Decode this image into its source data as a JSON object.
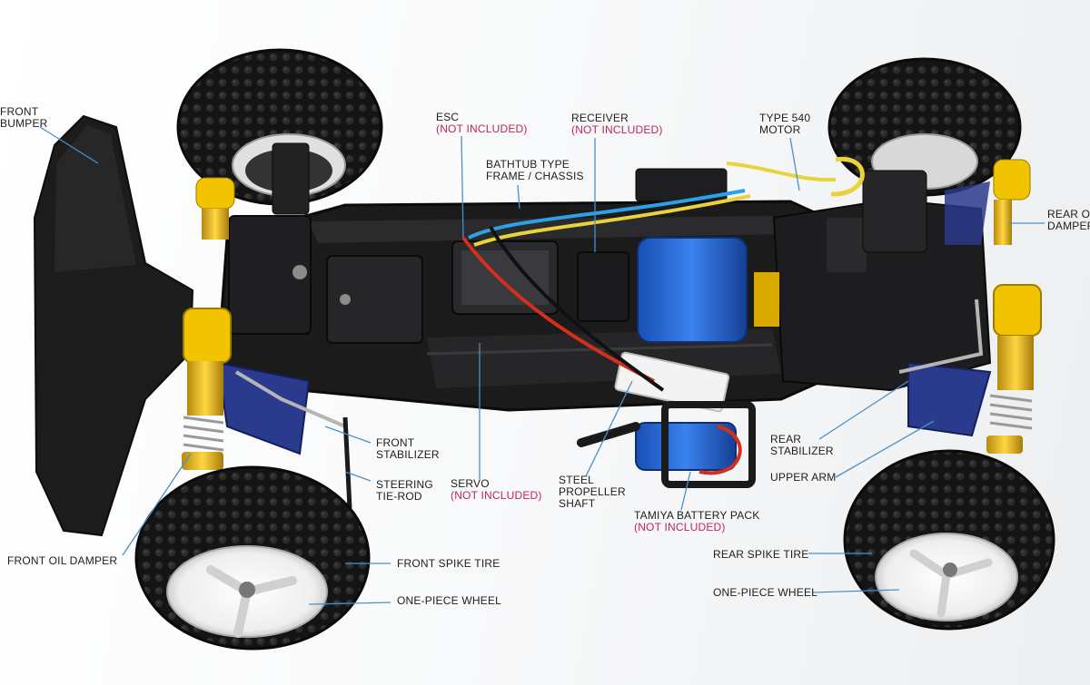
{
  "colors": {
    "leader_line": "#4a90c8",
    "not_included": "#c0245e",
    "chassis": "#1b1b1c",
    "tire": "#151515",
    "damper_cap": "#f2c400",
    "arm": "#2a3a8c",
    "battery": "#1f5fd0",
    "wheel": "#f4f4f4"
  },
  "labels": {
    "front_bumper": {
      "l1": "FRONT",
      "l2": "BUMPER"
    },
    "esc": {
      "l1": "ESC",
      "note": "(NOT INCLUDED)"
    },
    "receiver": {
      "l1": "RECEIVER",
      "note": "(NOT INCLUDED)"
    },
    "motor": {
      "l1": "TYPE 540",
      "l2": "MOTOR"
    },
    "bathtub": {
      "l1": "BATHTUB TYPE",
      "l2": "FRAME / CHASSIS"
    },
    "rear_oil_damper": {
      "l1": "REAR OIL",
      "l2": "DAMPER"
    },
    "front_stabilizer": {
      "l1": "FRONT",
      "l2": "STABILIZER"
    },
    "steering_tie_rod": {
      "l1": "STEERING",
      "l2": "TIE-ROD"
    },
    "servo": {
      "l1": "SERVO",
      "note": "(NOT INCLUDED)"
    },
    "propeller_shaft": {
      "l1": "STEEL",
      "l2": "PROPELLER",
      "l3": "SHAFT"
    },
    "battery_pack": {
      "l1": "TAMIYA BATTERY PACK",
      "note": "(NOT INCLUDED)"
    },
    "rear_stabilizer": {
      "l1": "REAR",
      "l2": "STABILIZER"
    },
    "upper_arm": {
      "l1": "UPPER ARM"
    },
    "front_oil_damper": {
      "l1": "FRONT OIL DAMPER"
    },
    "front_spike_tire": {
      "l1": "FRONT SPIKE TIRE"
    },
    "front_wheel": {
      "l1": "ONE-PIECE WHEEL"
    },
    "rear_spike_tire": {
      "l1": "REAR SPIKE TIRE"
    },
    "rear_wheel": {
      "l1": "ONE-PIECE WHEEL"
    }
  }
}
